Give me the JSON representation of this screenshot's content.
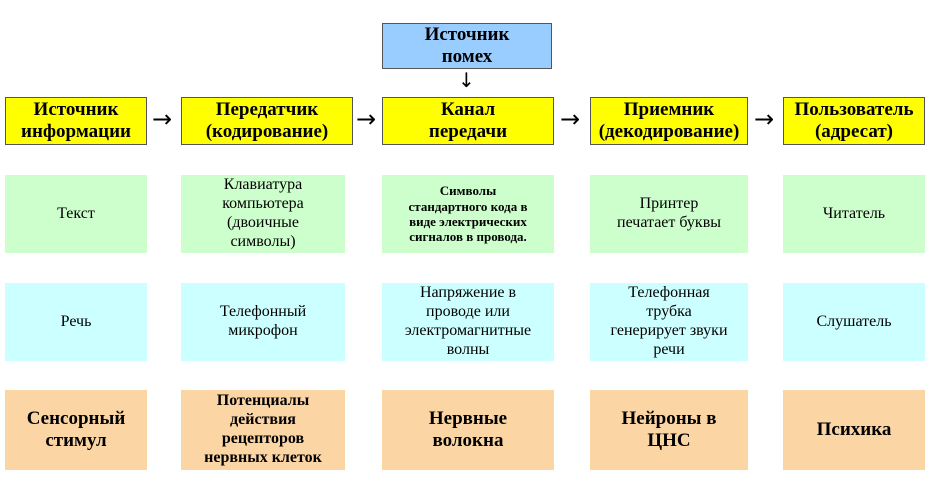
{
  "noise_source": {
    "label": "Источник\nпомех",
    "arrow": "↓"
  },
  "header": [
    {
      "label": "Источник\nинформации"
    },
    {
      "label": "Передатчик\n(кодирование)"
    },
    {
      "label": "Канал\nпередачи"
    },
    {
      "label": "Приемник\n(декодирование)"
    },
    {
      "label": "Пользователь\n(адресат)"
    }
  ],
  "header_arrow": "→",
  "rows": [
    {
      "color": "#ccffcc",
      "cells": [
        "Текст",
        "Клавиатура\nкомпьютера\n(двоичные\nсимволы)",
        "Символы\nстандартного кода в\nвиде электрических\nсигналов в провода.",
        "Принтер\nпечатает буквы",
        "Читатель"
      ]
    },
    {
      "color": "#ccffff",
      "cells": [
        "Речь",
        "Телефонный\nмикрофон",
        "Напряжение в\nпроводе или\nэлектромагнитные\nволны",
        "Телефонная\nтрубка\nгенерирует  звуки\nречи",
        "Слушатель"
      ]
    },
    {
      "color": "#fcd5a4",
      "cells": [
        "Сенсорный\nстимул",
        "Потенциалы\nдействия\nрецепторов\nнервных клеток",
        "Нервные\nволокна",
        "Нейроны в\nЦНС",
        "Психика"
      ]
    }
  ]
}
